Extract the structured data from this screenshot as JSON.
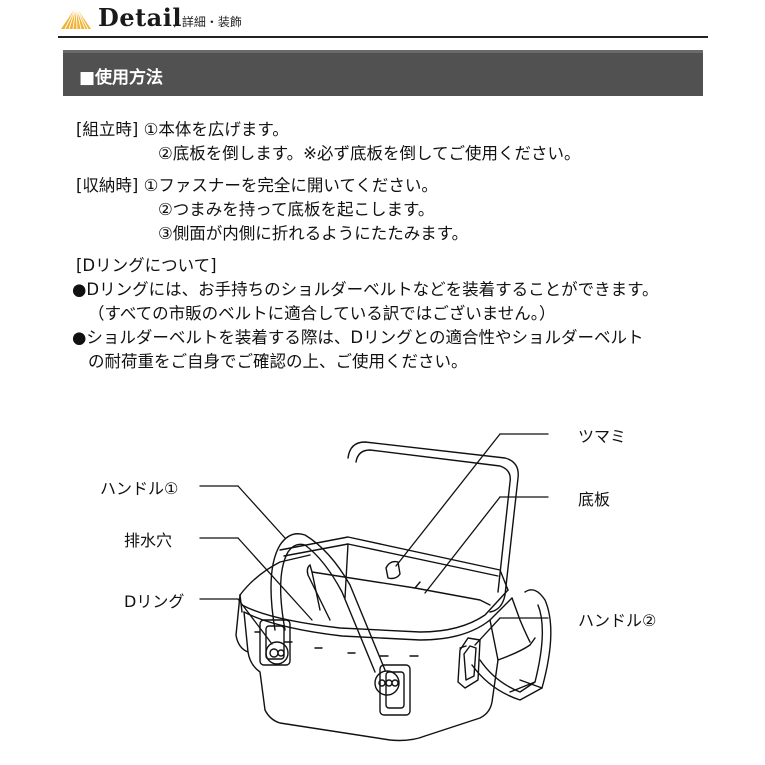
{
  "header": {
    "title": "Detail",
    "subtitle": "/ 詳細・装飾",
    "logo_icon": "fan-triangle-icon",
    "logo_color": "#F2B233"
  },
  "section": {
    "title": "■使用方法",
    "bar_color": "#515151"
  },
  "assembly": {
    "label": "[組立時]",
    "steps": [
      "①本体を広げます。",
      "②底板を倒します。※必ず底板を倒してご使用ください。"
    ]
  },
  "storage": {
    "label": "[収納時]",
    "steps": [
      "①ファスナーを完全に開いてください。",
      "②つまみを持って底板を起こします。",
      "③側面が内側に折れるようにたたみます。"
    ]
  },
  "dring": {
    "heading": "[Dリングについて]",
    "notes": [
      "●Dリングには、お手持ちのショルダーベルトなどを装着することができます。",
      "（すべての市販のベルトに適合している訳ではございません。）",
      "●ショルダーベルトを装着する際は、Dリングとの適合性やショルダーベルト",
      "の耐荷重をご自身でご確認の上、ご使用ください。"
    ]
  },
  "diagram": {
    "callouts": {
      "handle1": "ハンドル①",
      "drain": "排水穴",
      "dring": "Dリング",
      "knob": "ツマミ",
      "bottom_board": "底板",
      "handle2": "ハンドル②"
    }
  }
}
